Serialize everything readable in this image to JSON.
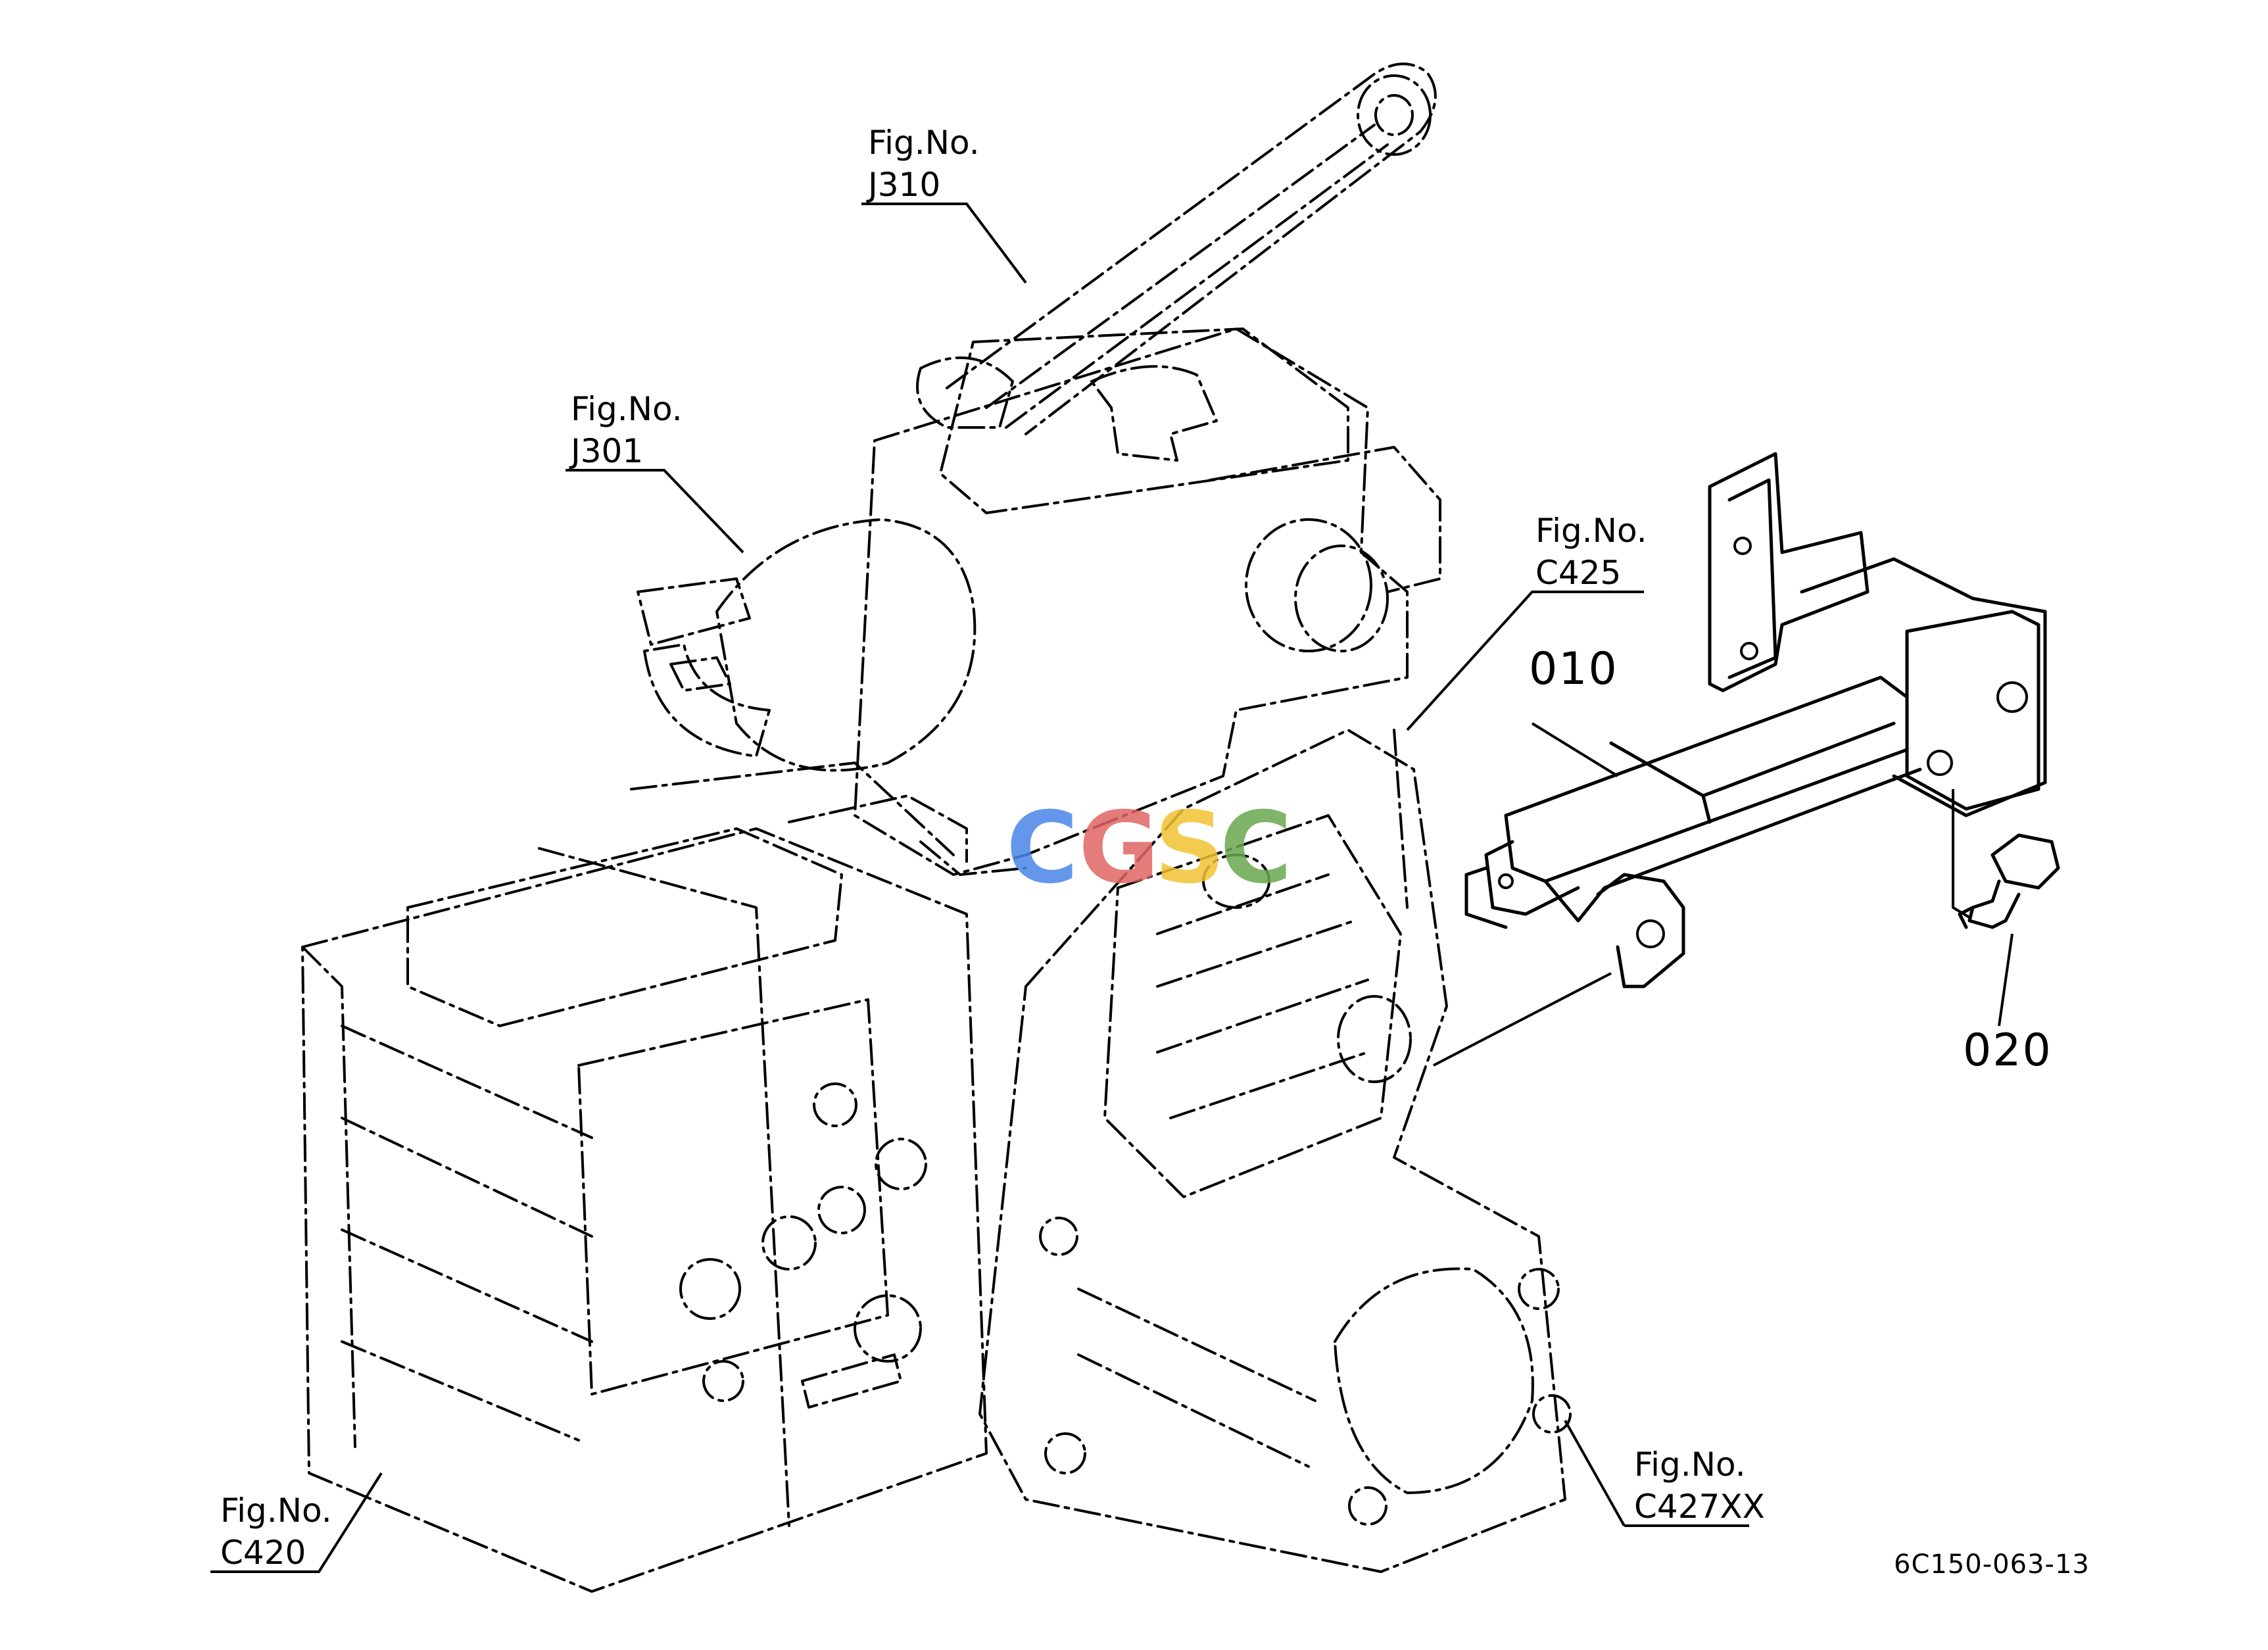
{
  "figure_refs": [
    {
      "prefix": "Fig.No.",
      "code": "J310"
    },
    {
      "prefix": "Fig.No.",
      "code": "J301"
    },
    {
      "prefix": "Fig.No.",
      "code": "C425"
    },
    {
      "prefix": "Fig.No.",
      "code": "C420"
    },
    {
      "prefix": "Fig.No.",
      "code": "C427XX"
    }
  ],
  "part_callouts": [
    "010",
    "020"
  ],
  "drawing_code": "6C150-063-13",
  "watermark": {
    "letters": [
      "C",
      "G",
      "S",
      "C"
    ],
    "colors": [
      "#4a86e8",
      "#e06666",
      "#f1c232",
      "#6aa84f"
    ]
  }
}
